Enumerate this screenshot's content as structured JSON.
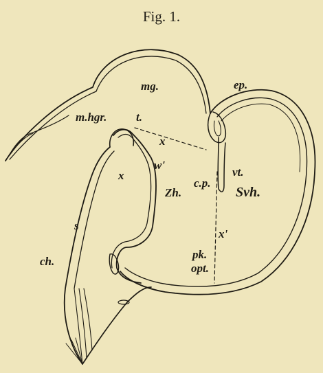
{
  "caption": "Fig. 1.",
  "labels": {
    "mg": "mg.",
    "ep": "ep.",
    "mhgr": "m.hgr.",
    "t": "t.",
    "x_upper": "x",
    "x_left": "x",
    "w_prime": "w'",
    "cp": "c.p.",
    "vt": "vt.",
    "zh": "Zh.",
    "svh": "Svh.",
    "s": "s",
    "x_prime": "x'",
    "ch": "ch.",
    "pk": "pk.",
    "opt": "opt."
  }
}
